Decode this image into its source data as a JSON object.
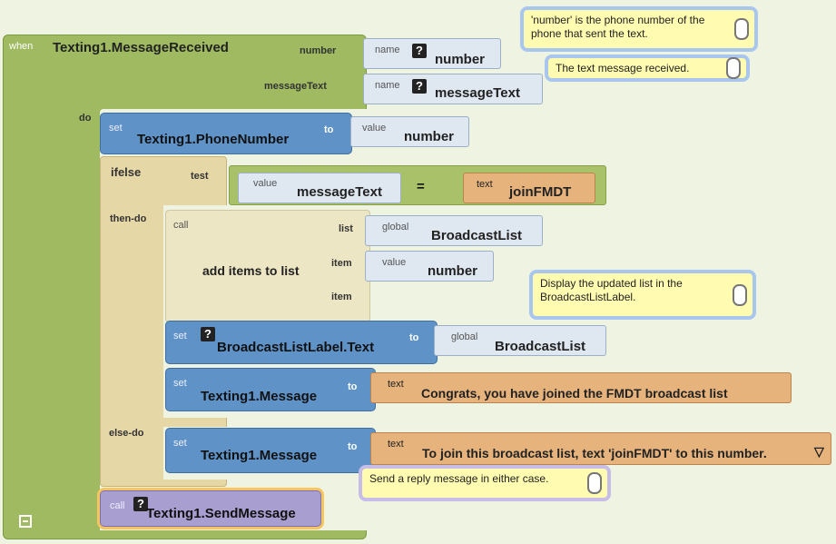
{
  "event": {
    "when_label": "when",
    "name": "Texting1.MessageReceived",
    "param1_label": "number",
    "param2_label": "messageText",
    "do_label": "do"
  },
  "params": [
    {
      "kind": "name",
      "value": "number"
    },
    {
      "kind": "name",
      "value": "messageText"
    }
  ],
  "set_phone": {
    "set_label": "set",
    "target": "Texting1.PhoneNumber",
    "to_label": "to",
    "value_kind": "value",
    "value": "number"
  },
  "ifelse": {
    "label": "ifelse",
    "test_label": "test",
    "then_label": "then-do",
    "else_label": "else-do",
    "compare_left_kind": "value",
    "compare_left": "messageText",
    "compare_op": "=",
    "compare_right_kind": "text",
    "compare_right": "joinFMDT"
  },
  "add_items": {
    "call_label": "call",
    "name": "add items to list",
    "list_label": "list",
    "list_kind": "global",
    "list_value": "BroadcastList",
    "item_label": "item",
    "item_kind": "value",
    "item_value": "number",
    "item2_label": "item"
  },
  "set_label_block": {
    "set_label": "set",
    "target": "BroadcastListLabel.Text",
    "to_label": "to",
    "value_kind": "global",
    "value": "BroadcastList"
  },
  "set_msg_then": {
    "set_label": "set",
    "target": "Texting1.Message",
    "to_label": "to",
    "value_kind": "text",
    "value": "Congrats, you have joined the FMDT  broadcast list"
  },
  "set_msg_else": {
    "set_label": "set",
    "target": "Texting1.Message",
    "to_label": "to",
    "value_kind": "text",
    "value": "To join this broadcast list, text 'joinFMDT' to this number."
  },
  "send": {
    "call_label": "call",
    "name": "Texting1.SendMessage"
  },
  "comments": {
    "c1": "'number' is the phone number of the phone that sent the text.",
    "c2": "The text message received.",
    "c3": "Display the updated list in the BroadcastListLabel.",
    "c4": "Send a reply message in either case."
  },
  "icons": {
    "help": "?",
    "dropdown": "▽"
  },
  "colors": {
    "event": "#9fba61",
    "control": "#e6d7a6",
    "setter": "#5f93c8",
    "text": "#e6b37d",
    "call": "#a89ed0",
    "comment": "#fffbb0"
  }
}
